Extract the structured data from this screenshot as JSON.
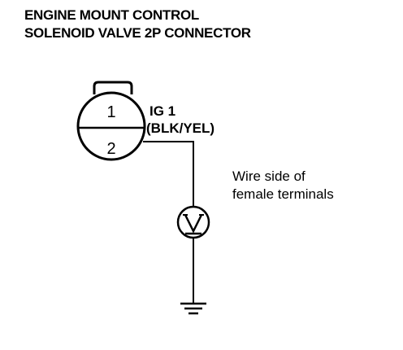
{
  "title": {
    "line1": "ENGINE MOUNT CONTROL",
    "line2": "SOLENOID VALVE 2P CONNECTOR"
  },
  "connector": {
    "pins": [
      "1",
      "2"
    ]
  },
  "terminal_label": {
    "line1": "IG 1",
    "line2": "(BLK/YEL)"
  },
  "view_note": {
    "line1": "Wire side of",
    "line2": "female terminals"
  },
  "meter_symbol": "V",
  "icons": {
    "meter": "voltmeter-icon",
    "ground": "ground-icon",
    "connector": "connector-2p-icon"
  }
}
